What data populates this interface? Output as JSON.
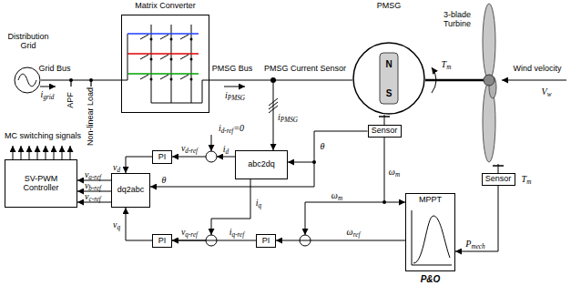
{
  "diagram": {
    "nodes": [
      {
        "text": [
          "Distribution Grid"
        ]
      },
      {
        "text": [
          "Matrix Converter"
        ]
      },
      {
        "text": [
          "PMSG",
          "N",
          "S"
        ]
      },
      {
        "text": [
          "SV-PWM Controller"
        ]
      },
      {
        "text": [
          "dq2abc"
        ]
      },
      {
        "text": [
          "PI"
        ]
      },
      {
        "text": [
          "abc2dq"
        ]
      },
      {
        "text": [
          "PI"
        ]
      },
      {
        "text": [
          "PI"
        ]
      },
      {
        "text": [
          "Sensor"
        ]
      },
      {
        "text": [
          "Sensor"
        ]
      },
      {
        "text": [
          "MPPT",
          "P&O"
        ]
      }
    ],
    "edges": [
      {
        "from": 5,
        "to": 4,
        "arrow": "to",
        "label": "vd"
      },
      {
        "from": 7,
        "to": 4,
        "arrow": "to",
        "label": "vq"
      },
      {
        "from": 4,
        "to": 3,
        "arrow": "to",
        "label": "va-ref"
      },
      {
        "from": 4,
        "to": 3,
        "arrow": "to",
        "label": "vb-ref"
      },
      {
        "from": 4,
        "to": 3,
        "arrow": "to",
        "label": "vc-ref"
      },
      {
        "from": 8,
        "to": 7,
        "arrow": "to",
        "label": "iq-ref"
      },
      {
        "from": 9,
        "to": 11,
        "arrow": "to",
        "label": "ωm"
      },
      {
        "from": 10,
        "to": 11,
        "arrow": "to",
        "label": "Pmech"
      },
      {
        "from": 11,
        "to": 8,
        "arrow": "to",
        "label": "ωref"
      },
      {
        "from": 9,
        "to": 6,
        "arrow": "to",
        "label": "θ"
      }
    ],
    "labels": [
      "MC switching signals",
      "Grid Bus",
      "igrid",
      "APF",
      "Non-linear Load",
      "PMSG Bus",
      "iPMSG",
      "PMSG Current Sensor",
      "iPMSG",
      "Tm",
      "3-blade Turbine",
      "Wind velocity",
      "Vw",
      "vd-ref",
      "id-ref=0",
      "id",
      "vq-ref",
      "iq",
      "θ",
      "ωm",
      "Tm"
    ]
  }
}
